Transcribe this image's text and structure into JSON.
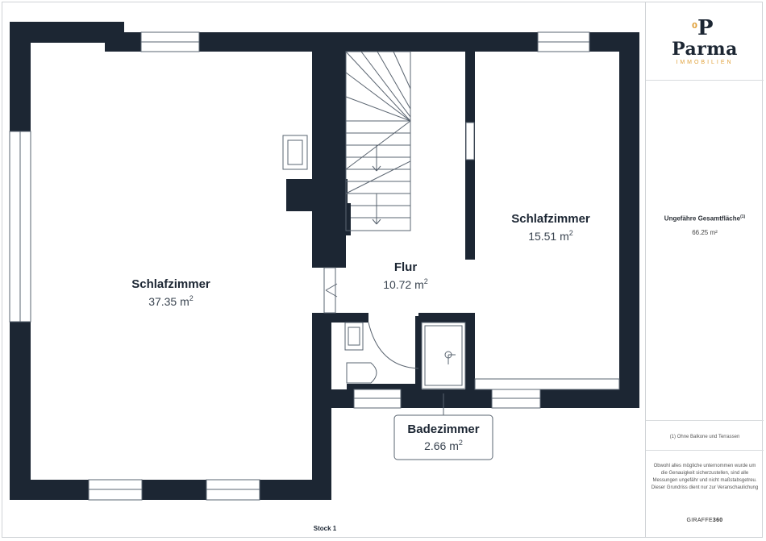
{
  "brand": {
    "name": "Parma",
    "sub": "IMMOBILIEN",
    "mark": "P"
  },
  "rooms": [
    {
      "name": "Schlafzimmer",
      "area": "37.35 m",
      "sup": "2"
    },
    {
      "name": "Flur",
      "area": "10.72 m",
      "sup": "2"
    },
    {
      "name": "Schlafzimmer",
      "area": "15.51 m",
      "sup": "2"
    },
    {
      "name": "Badezimmer",
      "area": "2.66 m",
      "sup": "2"
    }
  ],
  "summary": {
    "total_label": "Ungefähre Gesamtfläche",
    "total_sup": "(1)",
    "total_value": "66.25 m²",
    "note": "(1) Ohne Balkone und Terrassen",
    "disclaimer": "Obwohl alles mögliche unternommen wurde um die Genauigkeit sicherzustellen, sind alle Messungen ungefähr und nicht maßstabsgetreu. Dieser Grundriss dient nur zur Veranschaulichung",
    "brand_prefix": "GIRAFFE",
    "brand_suffix": "360"
  },
  "floor_label": "Stock 1",
  "colors": {
    "wall": "#1c2633",
    "accent": "#e0a13a",
    "line": "#5a6470"
  }
}
